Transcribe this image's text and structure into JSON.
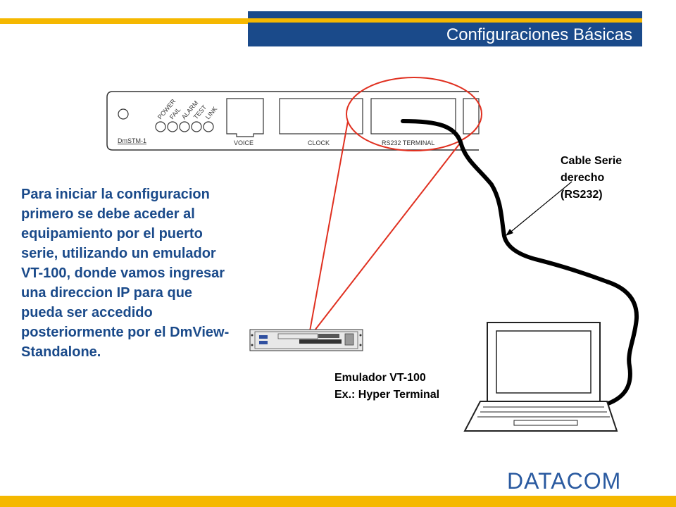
{
  "header": {
    "title": "Configuraciones Básicas"
  },
  "device": {
    "model": "DmSTM-1",
    "led_labels": [
      "POWER",
      "FAIL",
      "ALARM",
      "TEST",
      "LINK"
    ],
    "ports": [
      "VOICE",
      "CLOCK",
      "RS232 TERMINAL"
    ]
  },
  "description": "Para iniciar la configuracion primero se debe aceder al equipamiento por el puerto serie, utilizando un emulador VT-100, donde vamos ingresar una direccion IP para que pueda ser accedido posteriormente por el DmView-Standalone.",
  "cable_label": {
    "line1": "Cable Serie",
    "line2": "derecho",
    "line3": "(RS232)"
  },
  "emulator_label": {
    "line1": "Emulador VT-100",
    "line2": "Ex.: Hyper Terminal"
  },
  "brand": "DATACOM",
  "colors": {
    "title_bg": "#1a4a8a",
    "accent": "#f5b800",
    "callout": "#e03020",
    "text_blue": "#1a4a8a"
  }
}
